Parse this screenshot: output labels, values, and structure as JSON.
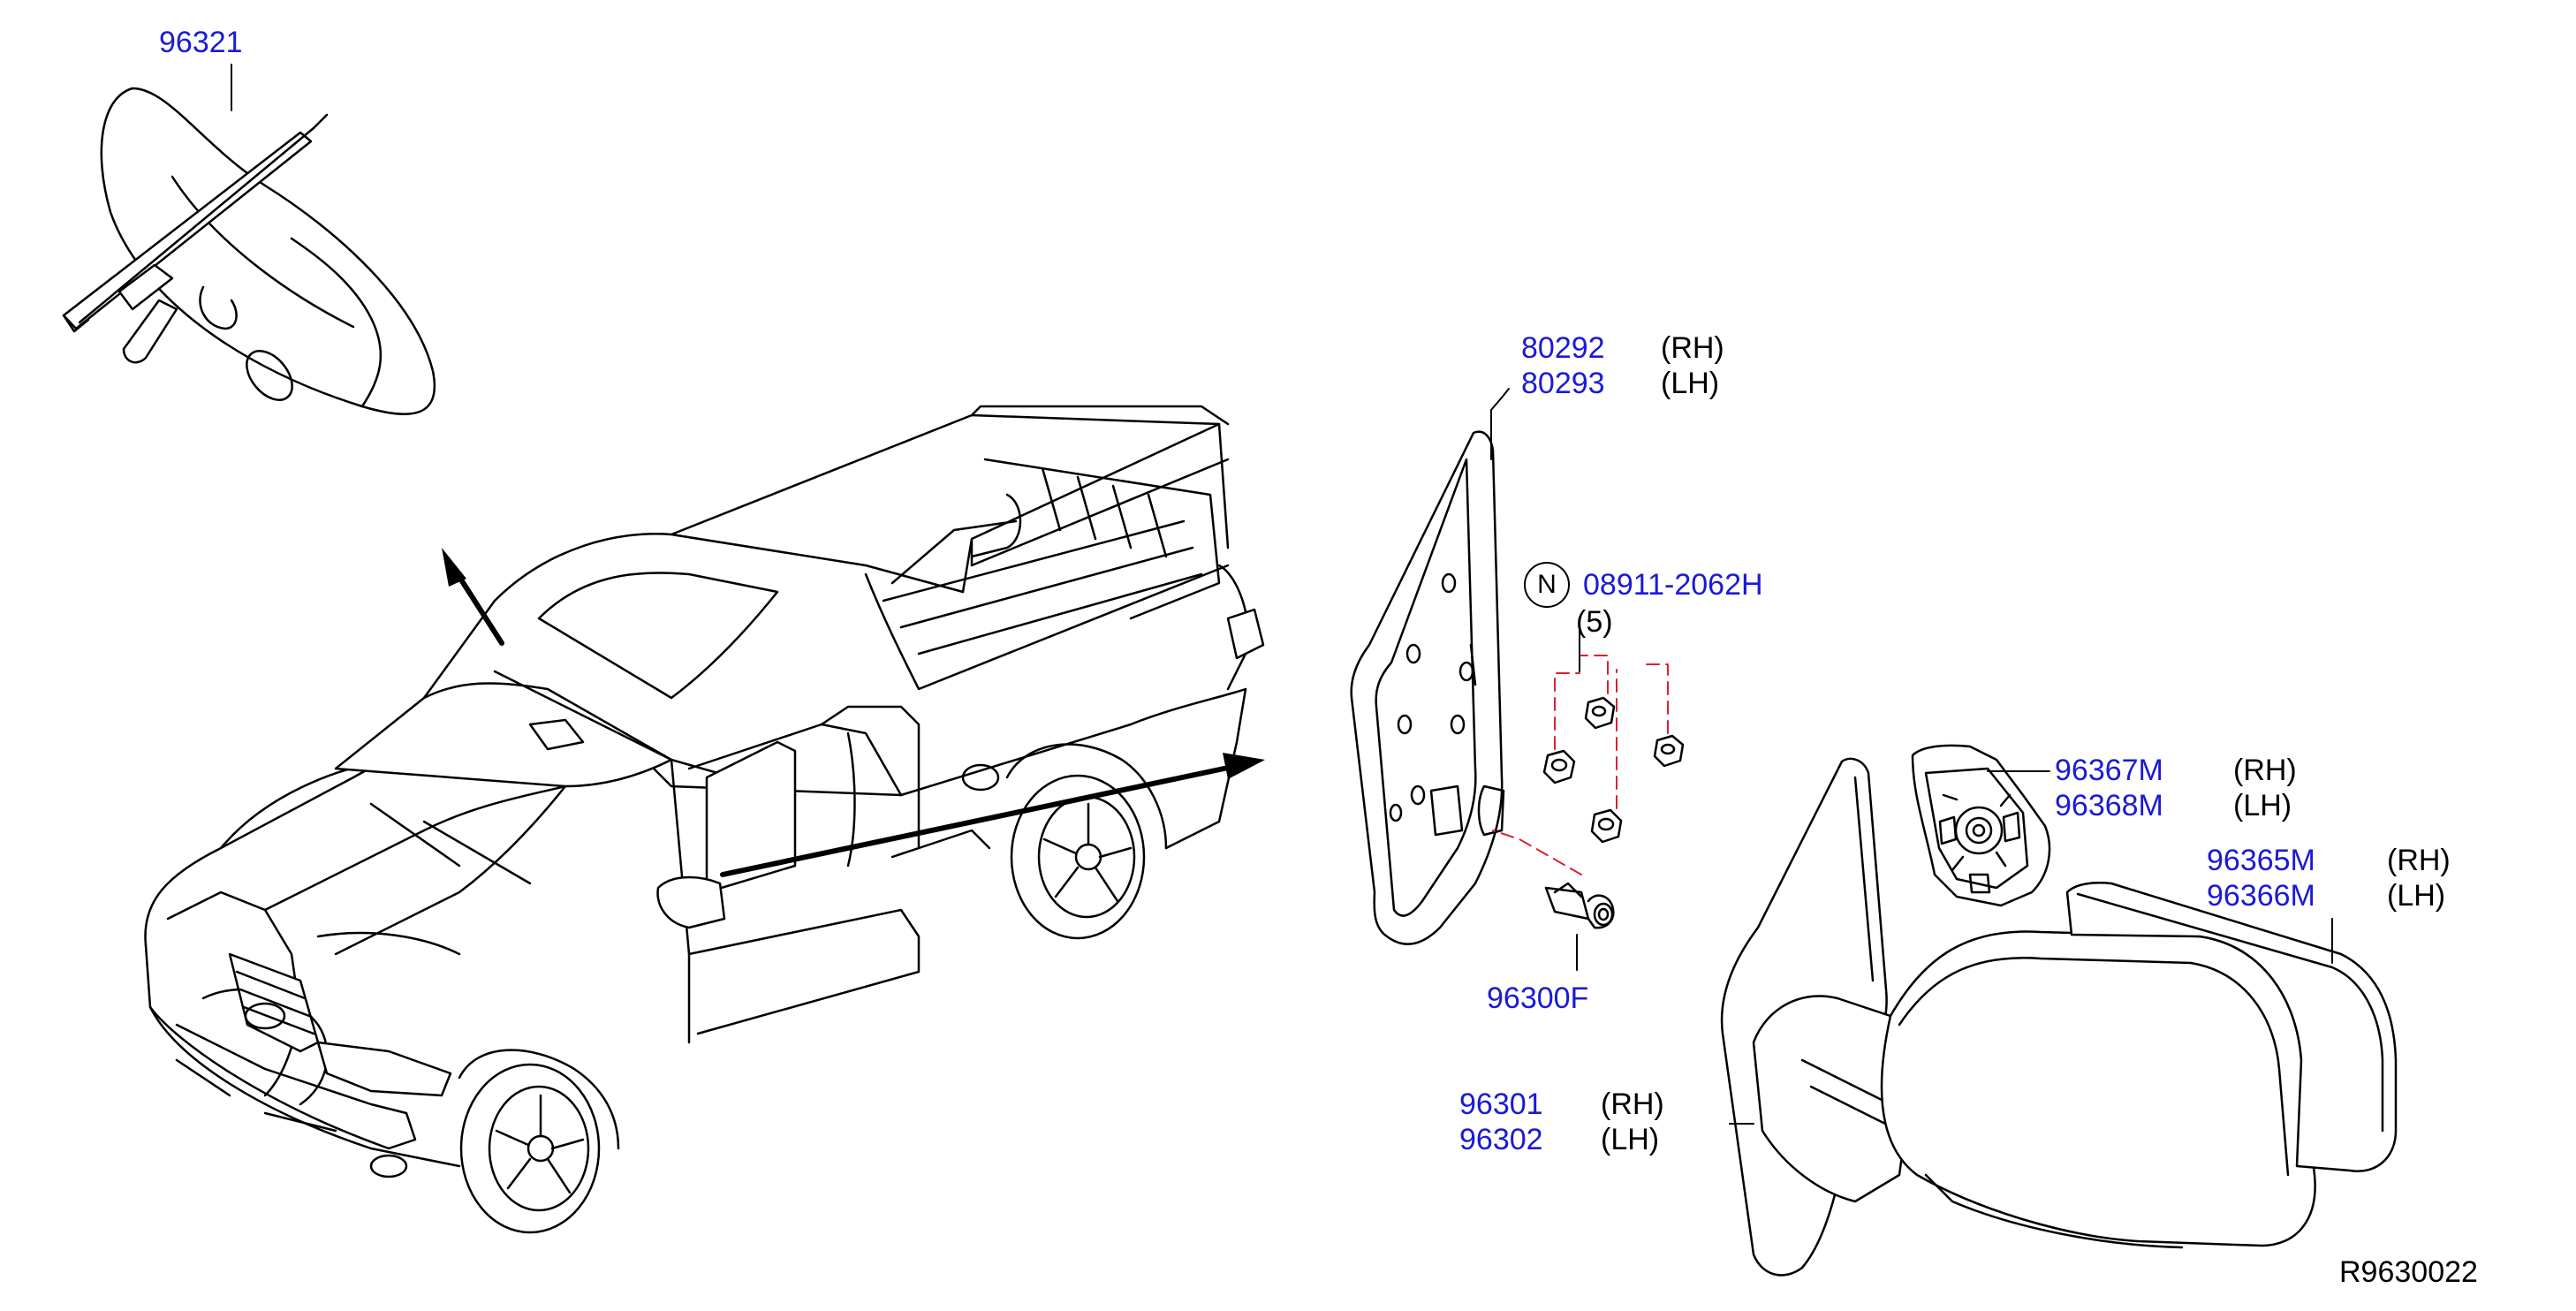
{
  "diagram": {
    "callouts": {
      "inside_mirror": {
        "part": "96321"
      },
      "corner_finisher": {
        "part_rh": "80292",
        "side_rh": "(RH)",
        "part_lh": "80293",
        "side_lh": "(LH)"
      },
      "nut": {
        "symbol": "N",
        "part": "08911-2062H",
        "qty": "(5)"
      },
      "clip": {
        "part": "96300F"
      },
      "glass_holder": {
        "part_rh": "96367M",
        "side_rh": "(RH)",
        "part_lh": "96368M",
        "side_lh": "(LH)"
      },
      "mirror_cover": {
        "part_rh": "96365M",
        "side_rh": "(RH)",
        "part_lh": "96366M",
        "side_lh": "(LH)"
      },
      "door_mirror": {
        "part_rh": "96301",
        "side_rh": "(RH)",
        "part_lh": "96302",
        "side_lh": "(LH)"
      }
    },
    "reference_code": "R9630022",
    "colors": {
      "part_number": "#1a1ad6",
      "line": "#000000",
      "leader_dashed": "#e0202a"
    }
  }
}
